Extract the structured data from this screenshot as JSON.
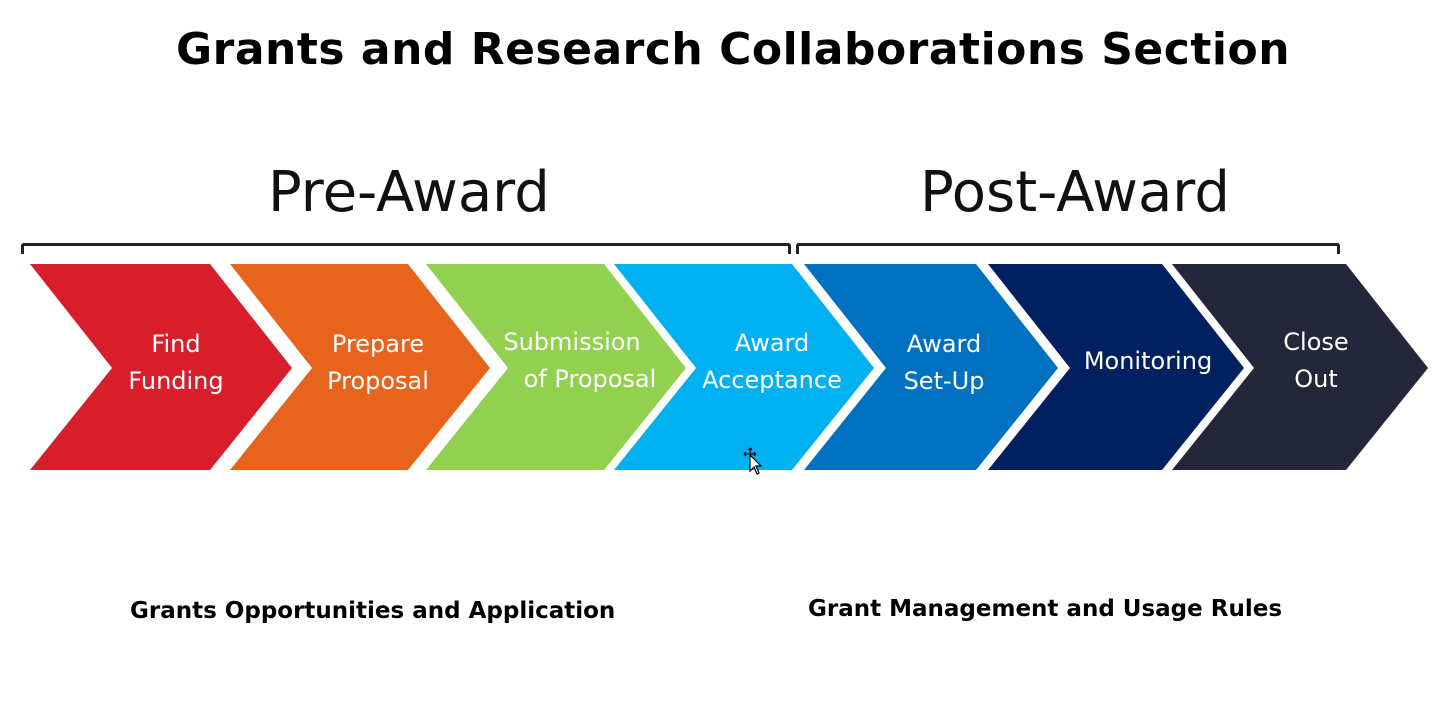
{
  "page": {
    "title": "Grants and Research Collaborations Section"
  },
  "phases": {
    "pre_award": "Pre-Award",
    "post_award": "Post-Award"
  },
  "steps": [
    {
      "line1": "Find",
      "line2": "Funding",
      "color": "#d81e2a"
    },
    {
      "line1": "Prepare",
      "line2": "Proposal",
      "color": "#e8631c"
    },
    {
      "line1": "Submission",
      "line2": "of Proposal",
      "color": "#92d050"
    },
    {
      "line1": "Award",
      "line2": "Acceptance",
      "color": "#00b0f0"
    },
    {
      "line1": "Award",
      "line2": "Set-Up",
      "color": "#0070c0"
    },
    {
      "line1": "Monitoring",
      "line2": "",
      "color": "#002060"
    },
    {
      "line1": "Close",
      "line2": "Out",
      "color": "#24263a"
    }
  ],
  "links": {
    "pre_award": "Grants Opportunities and Application",
    "post_award": "Grant Management and Usage Rules"
  }
}
